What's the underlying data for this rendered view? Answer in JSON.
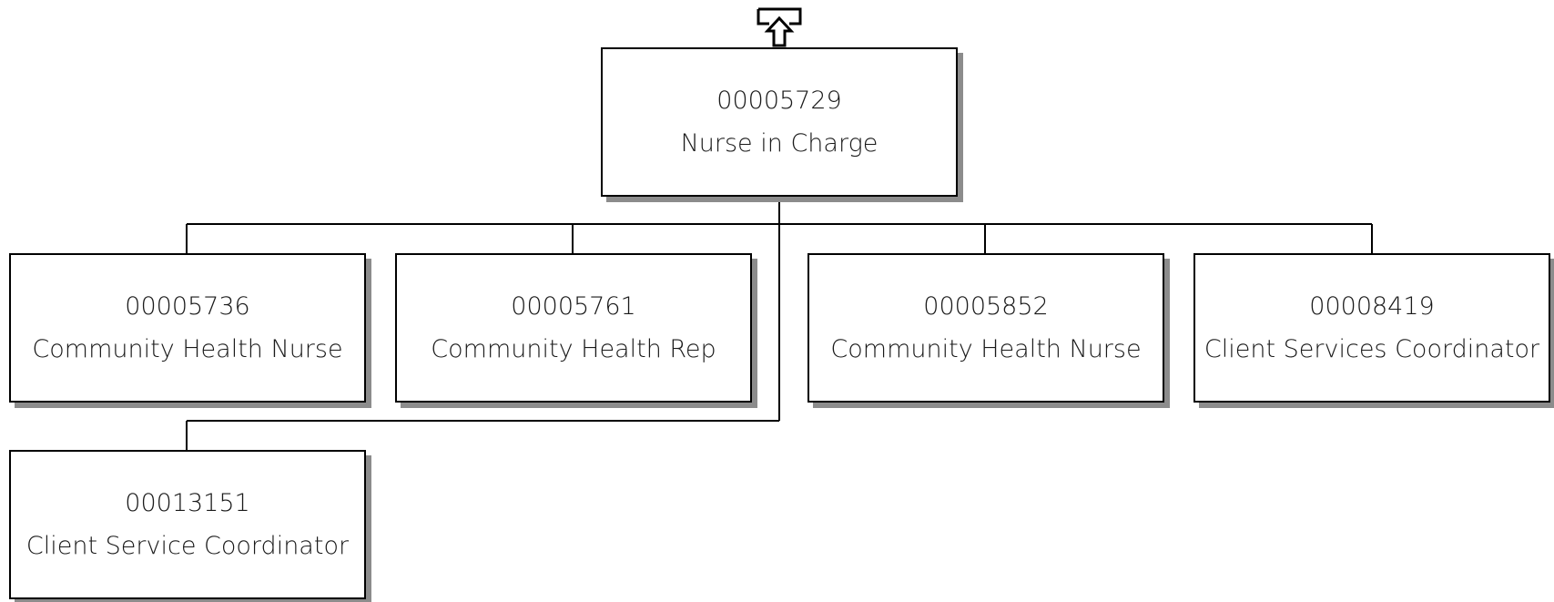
{
  "colors": {
    "node_border": "#000000",
    "node_shadow": "#8c8c8c",
    "connector": "#000000",
    "text": "#1a1a1a",
    "background": "#ffffff"
  },
  "navigation": {
    "up_icon": "up-arrow-icon"
  },
  "root": {
    "code": "00005729",
    "title": "Nurse in Charge"
  },
  "children": [
    {
      "code": "00005736",
      "title": "Community Health Nurse"
    },
    {
      "code": "00005761",
      "title": "Community Health Rep"
    },
    {
      "code": "00005852",
      "title": "Community Health Nurse"
    },
    {
      "code": "00008419",
      "title": "Client Services Coordinator"
    }
  ],
  "assistants": [
    {
      "code": "00013151",
      "title": "Client Service Coordinator"
    }
  ]
}
